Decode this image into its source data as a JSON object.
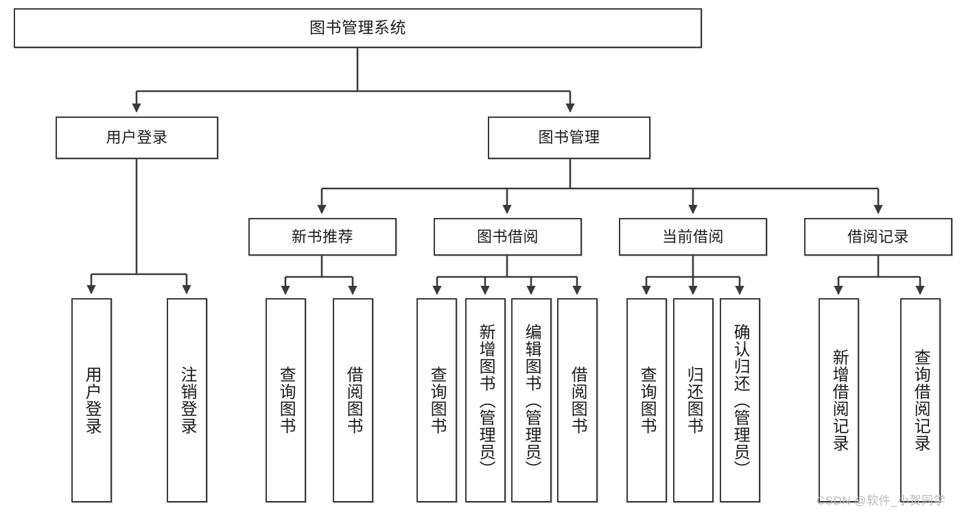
{
  "diagram": {
    "title": "图书管理系统",
    "type": "hierarchy-tree",
    "colors": {
      "stroke": "#3a3a3a",
      "fill": "#ffffff",
      "text": "#1a1a1a",
      "watermark": "#b9b9b9"
    }
  },
  "root": {
    "label": "图书管理系统"
  },
  "level2": [
    {
      "label": "用户登录"
    },
    {
      "label": "图书管理"
    }
  ],
  "level3": [
    {
      "label": "新书推荐"
    },
    {
      "label": "图书借阅"
    },
    {
      "label": "当前借阅"
    },
    {
      "label": "借阅记录"
    }
  ],
  "leaves": {
    "user_login": [
      {
        "label": "用户登录"
      },
      {
        "label": "注销登录"
      }
    ],
    "new_book": [
      {
        "label": "查询图书"
      },
      {
        "label": "借阅图书"
      }
    ],
    "borrow": [
      {
        "label": "查询图书"
      },
      {
        "label": "新增图书（管理员）"
      },
      {
        "label": "编辑图书（管理员）"
      },
      {
        "label": "借阅图书"
      }
    ],
    "current": [
      {
        "label": "查询图书"
      },
      {
        "label": "归还图书"
      },
      {
        "label": "确认归还（管理员）"
      }
    ],
    "records": [
      {
        "label": "新增借阅记录"
      },
      {
        "label": "查询借阅记录"
      }
    ]
  },
  "watermark": {
    "text": "CSDN @软件_小贺同学"
  }
}
